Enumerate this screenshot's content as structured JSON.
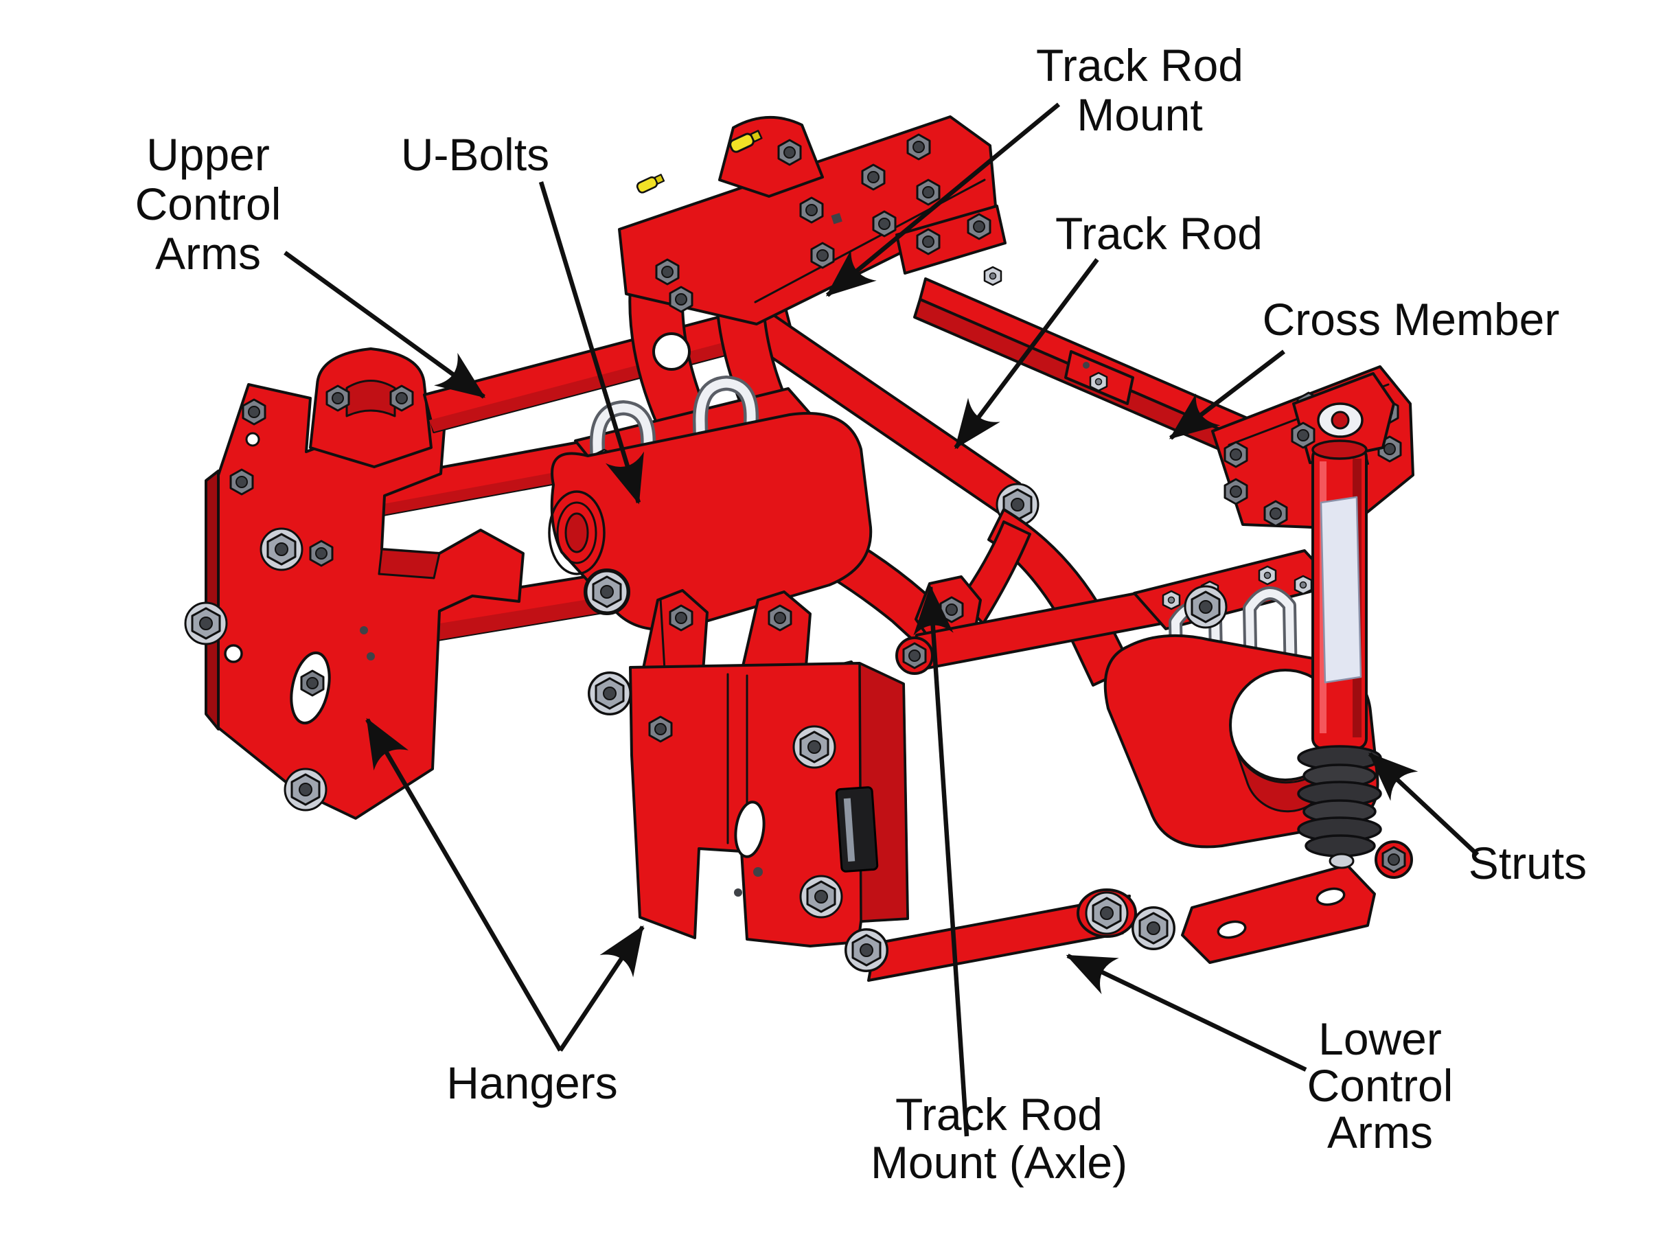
{
  "diagram": {
    "background": "#ffffff",
    "palette": {
      "part_red": "#e41317",
      "part_red_dark": "#9e0c10",
      "part_red_mid": "#c11015",
      "outline_black": "#101010",
      "bolt_gray": "#7c818a",
      "silver": "#ccd0d8",
      "grease_yellow": "#f2e126",
      "bellows_gray": "#323236",
      "strut_label_white": "#e2e6f2",
      "label_text": "#0d0d0d"
    },
    "callouts": [
      {
        "id": "upper-control-arms",
        "text": "Upper Control Arms",
        "lines": [
          "Upper",
          "Control",
          "Arms"
        ]
      },
      {
        "id": "u-bolts",
        "text": "U-Bolts",
        "lines": [
          "U-Bolts"
        ]
      },
      {
        "id": "track-rod-mount",
        "text": "Track Rod Mount",
        "lines": [
          "Track Rod",
          "Mount"
        ]
      },
      {
        "id": "track-rod",
        "text": "Track Rod",
        "lines": [
          "Track Rod"
        ]
      },
      {
        "id": "cross-member",
        "text": "Cross Member",
        "lines": [
          "Cross Member"
        ]
      },
      {
        "id": "struts",
        "text": "Struts",
        "lines": [
          "Struts"
        ]
      },
      {
        "id": "lower-control-arms",
        "text": "Lower Control Arms",
        "lines": [
          "Lower",
          "Control",
          "Arms"
        ]
      },
      {
        "id": "hangers",
        "text": "Hangers",
        "lines": [
          "Hangers"
        ]
      },
      {
        "id": "track-rod-mount-axle",
        "text": "Track Rod Mount (Axle)",
        "lines": [
          "Track Rod",
          "Mount (Axle)"
        ]
      }
    ]
  }
}
